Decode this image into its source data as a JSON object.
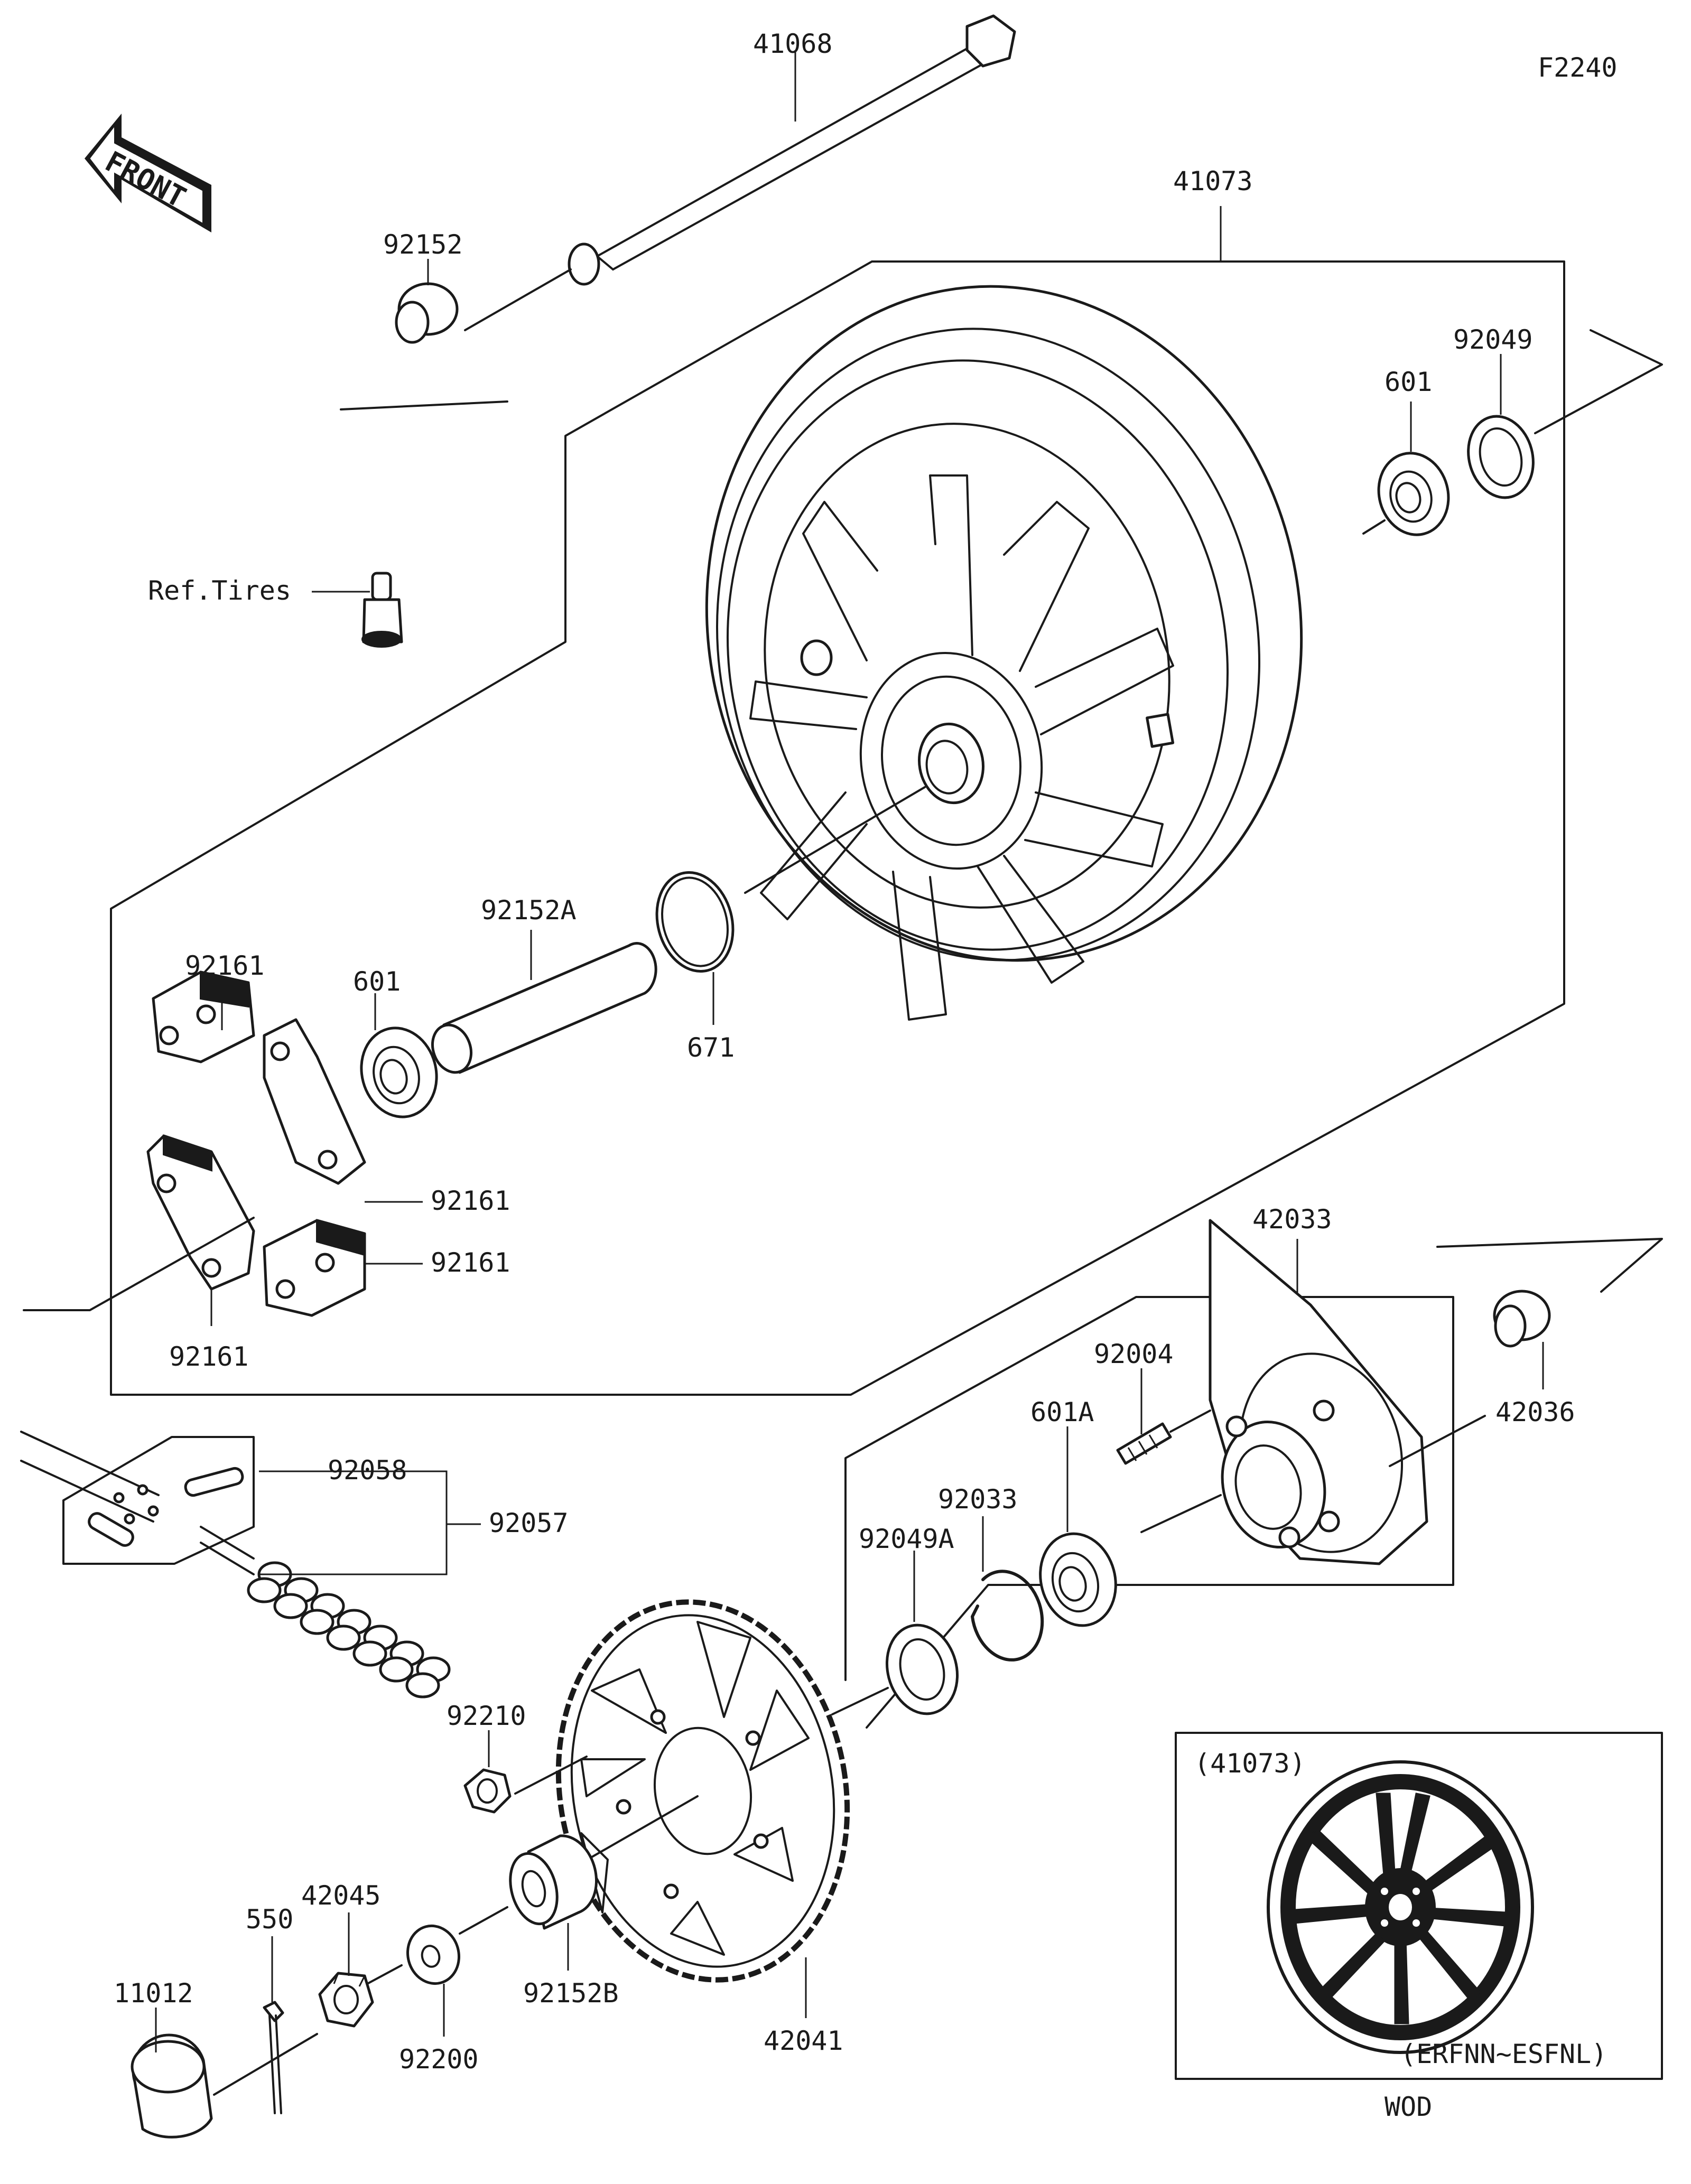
{
  "figure_code": "F2240",
  "front_label": "FRONT",
  "labels": {
    "p41068": "41068",
    "p92152": "92152",
    "p41073": "41073",
    "p92049": "92049",
    "p601_top": "601",
    "ref_tires": "Ref.Tires",
    "p92152A": "92152A",
    "p92161_a": "92161",
    "p601_left": "601",
    "p671": "671",
    "p92161_b": "92161",
    "p92161_c": "92161",
    "p92161_d": "92161",
    "p42033": "42033",
    "p92004": "92004",
    "p42036": "42036",
    "p92058": "92058",
    "p92057": "92057",
    "p601A": "601A",
    "p92033": "92033",
    "p92049A": "92049A",
    "p92210": "92210",
    "p42045": "42045",
    "p550": "550",
    "p11012": "11012",
    "p92200": "92200",
    "p92152B": "92152B",
    "p42041": "42041"
  },
  "inset": {
    "title": "(41073)",
    "range": "(ERFNN~ESFNL)",
    "footer": "WOD"
  }
}
